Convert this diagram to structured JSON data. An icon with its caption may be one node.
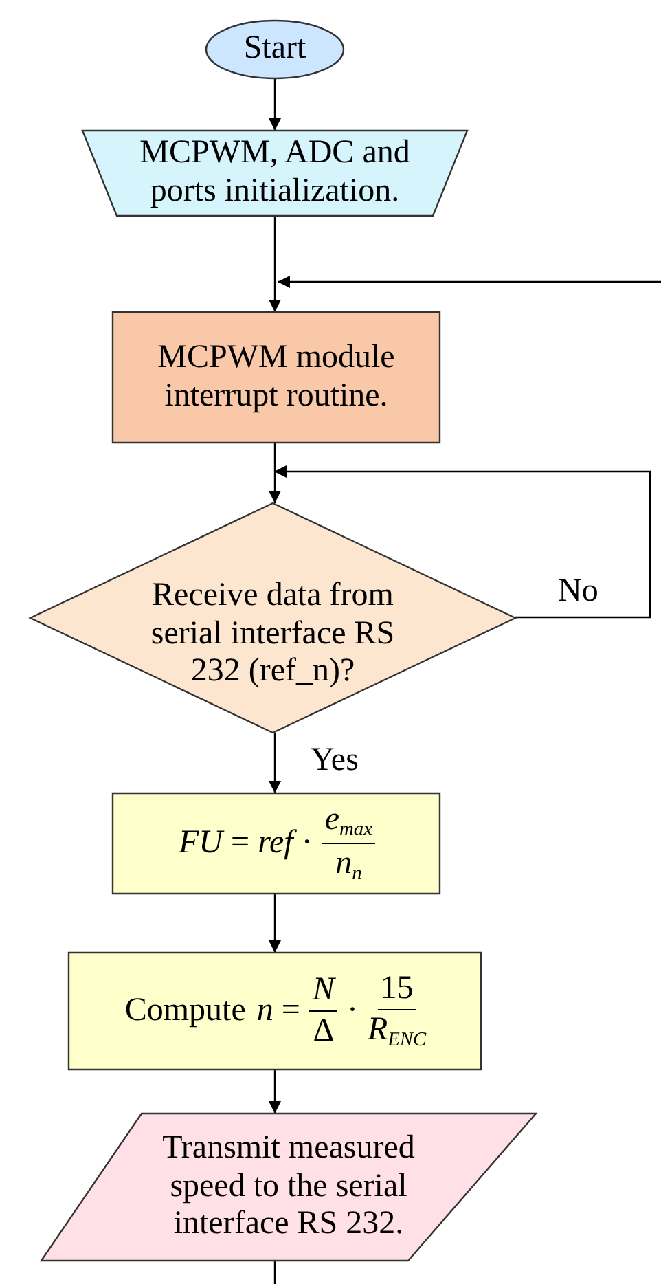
{
  "diagram": {
    "nodes": [
      {
        "text": [
          "Start"
        ]
      },
      {
        "text": [
          "MCPWM, ADC and ports initialization."
        ]
      },
      {
        "text": [
          "MCPWM module interrupt routine."
        ]
      },
      {
        "text": [
          "Receive data from serial interface RS 232 (ref_n)?"
        ]
      },
      {
        "text": [
          "*FU* = *ref* ·",
          "*e*$_{max}$",
          "*n*$_{n}$"
        ]
      },
      {
        "text": [
          "Compute",
          "*n* =",
          "*N*",
          "Δ",
          "·",
          "15",
          "*R*$_{ENC}$"
        ]
      },
      {
        "text": [
          "Transmit measured speed to the serial interface RS 232."
        ]
      }
    ],
    "edges": [
      {
        "from": 0,
        "to": 1,
        "arrow": "to"
      },
      {
        "from": 1,
        "to": 2,
        "arrow": "to"
      },
      {
        "from": null,
        "to": 2,
        "arrow": "to"
      },
      {
        "from": 2,
        "to": 3,
        "arrow": "to"
      },
      {
        "from": 3,
        "to": 3,
        "label": "No",
        "arrow": "to"
      },
      {
        "from": 3,
        "to": 4,
        "label": "Yes",
        "arrow": "to"
      },
      {
        "from": 4,
        "to": 5,
        "arrow": "to"
      },
      {
        "from": 5,
        "to": 6,
        "arrow": "to"
      },
      {
        "from": 6,
        "to": null,
        "arrow": "none"
      }
    ]
  }
}
